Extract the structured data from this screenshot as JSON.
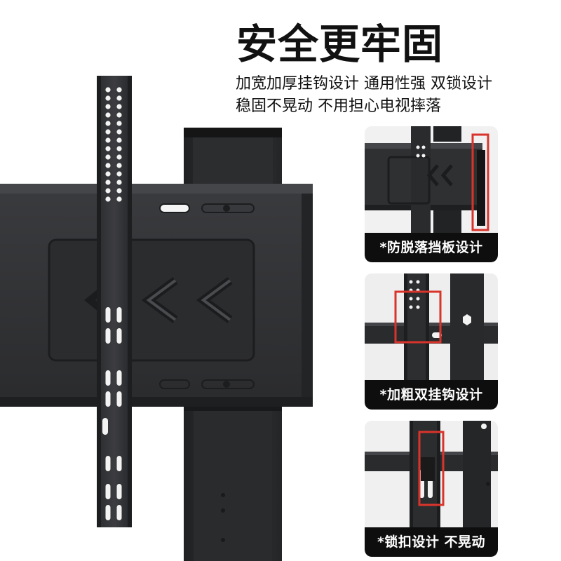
{
  "headline": "安全更牢固",
  "subtext": {
    "line1": "加宽加厚挂钩设计  通用性强  双锁设计",
    "line2": "稳固不晃动  不用担心电视摔落"
  },
  "features": [
    {
      "caption": "*防脱落挡板设计",
      "icon": "anti-drop-baffle-detail"
    },
    {
      "caption": "*加粗双挂钩设计",
      "icon": "thick-double-hook-detail"
    },
    {
      "caption": "*锁扣设计 不晃动",
      "icon": "lock-buckle-detail"
    }
  ],
  "colors": {
    "metal": "#2e2f31",
    "metal_dark": "#1a1a1b",
    "metal_light": "#4a4b4e",
    "highlight_box": "#d9342b",
    "caption_bg": "#0e0e0e",
    "text": "#111111"
  }
}
